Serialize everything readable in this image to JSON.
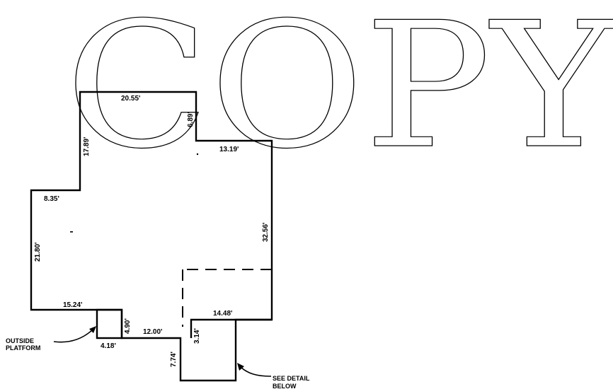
{
  "watermark": "COPY",
  "dimensions": {
    "top": "20.55'",
    "notch_vertical": "6.89'",
    "right_top": "13.19'",
    "left_upper_vertical": "17.89'",
    "left_step": "8.35'",
    "right_vertical": "32.56'",
    "left_vertical": "21.80'",
    "bottom_left": "15.24'",
    "platform_height": "4.90'",
    "platform_width": "4.18'",
    "bottom_middle": "12.00'",
    "inner_right": "14.48'",
    "inner_vertical": "3.14'",
    "lower_vertical": "7.74'"
  },
  "notes": {
    "outside_platform_line1": "OUTSIDE",
    "outside_platform_line2": "PLATFORM",
    "see_detail_line1": "SEE  DETAIL",
    "see_detail_line2": "BELOW"
  }
}
